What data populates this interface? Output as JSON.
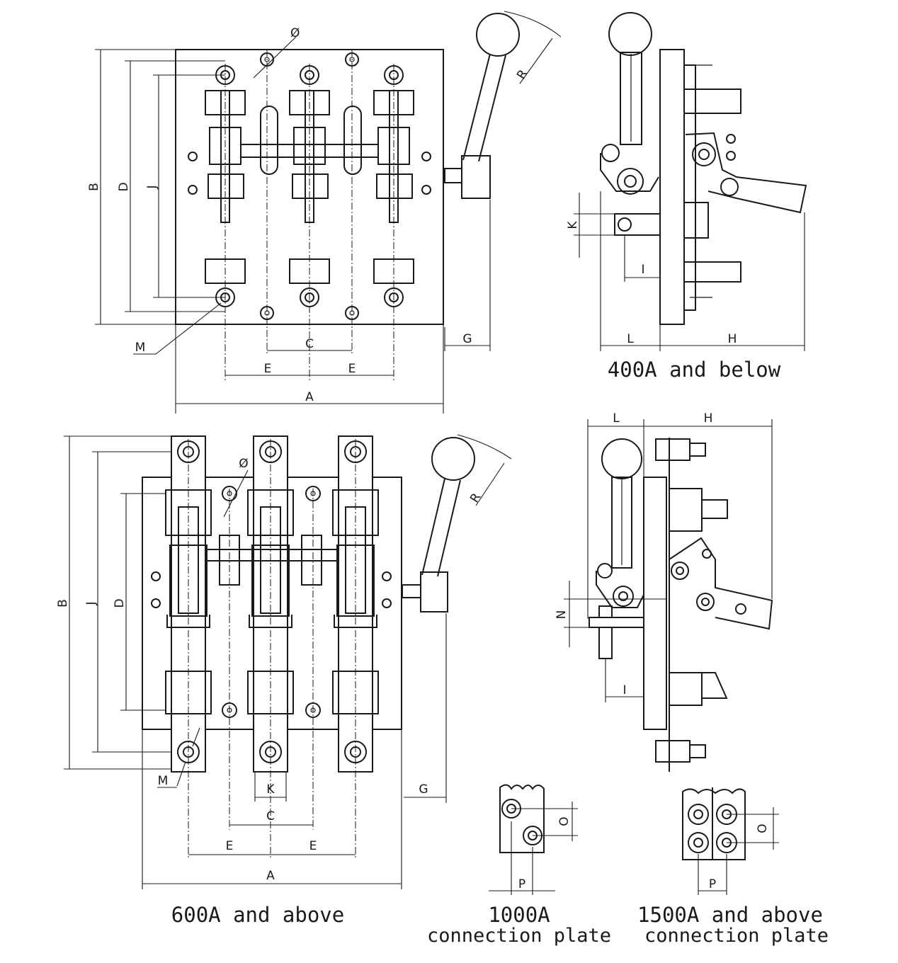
{
  "captions": {
    "small_switch": "400A and below",
    "large_switch": "600A and above",
    "plate_1000_line1": "1000A",
    "plate_1000_line2": "connection plate",
    "plate_1500_line1": "1500A and above",
    "plate_1500_line2": "connection plate"
  },
  "dimension_labels": {
    "A": "A",
    "B": "B",
    "C": "C",
    "D": "D",
    "E": "E",
    "G": "G",
    "H": "H",
    "I": "I",
    "J": "J",
    "K": "K",
    "L": "L",
    "M": "M",
    "N": "N",
    "O": "O",
    "P": "P",
    "R": "R",
    "diameter": "Ø"
  }
}
